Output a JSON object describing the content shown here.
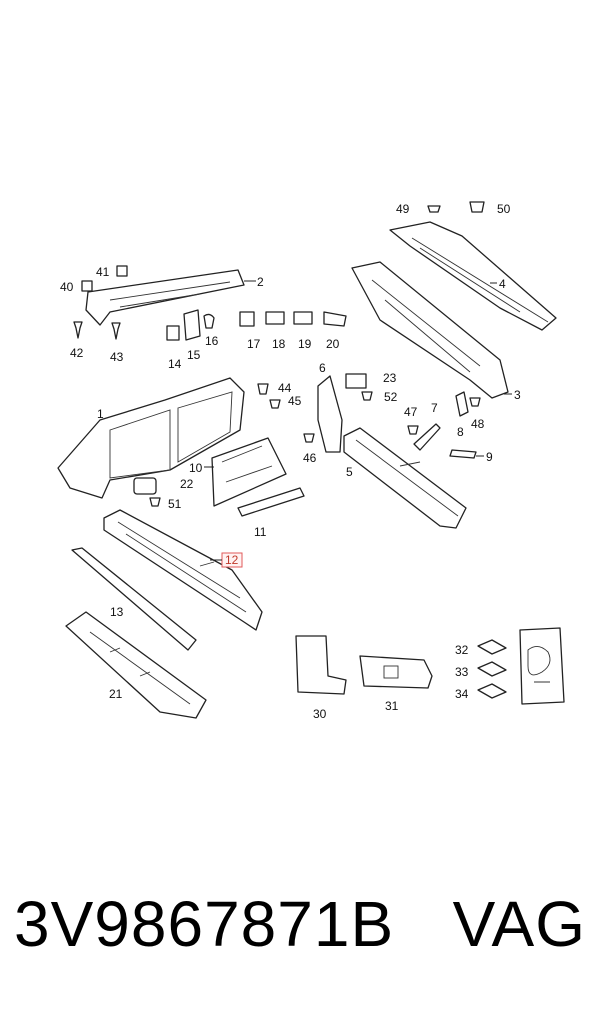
{
  "callouts": {
    "c1": "1",
    "c2": "2",
    "c3": "3",
    "c4": "4",
    "c5": "5",
    "c6": "6",
    "c7": "7",
    "c8": "8",
    "c9": "9",
    "c10": "10",
    "c11": "11",
    "c12": "12",
    "c13": "13",
    "c14": "14",
    "c15": "15",
    "c16": "16",
    "c17": "17",
    "c18": "18",
    "c19": "19",
    "c20": "20",
    "c21": "21",
    "c22": "22",
    "c23": "23",
    "c30": "30",
    "c31": "31",
    "c32": "32",
    "c33": "33",
    "c34": "34",
    "c40": "40",
    "c41": "41",
    "c42": "42",
    "c43": "43",
    "c44": "44",
    "c45": "45",
    "c46": "46",
    "c47": "47",
    "c48": "48",
    "c49": "49",
    "c50": "50",
    "c51": "51",
    "c52": "52"
  },
  "highlighted_callout": "12",
  "highlight_color": "#e05a5a",
  "footer": {
    "part_number": "3V9867871B",
    "brand": "VAG"
  }
}
